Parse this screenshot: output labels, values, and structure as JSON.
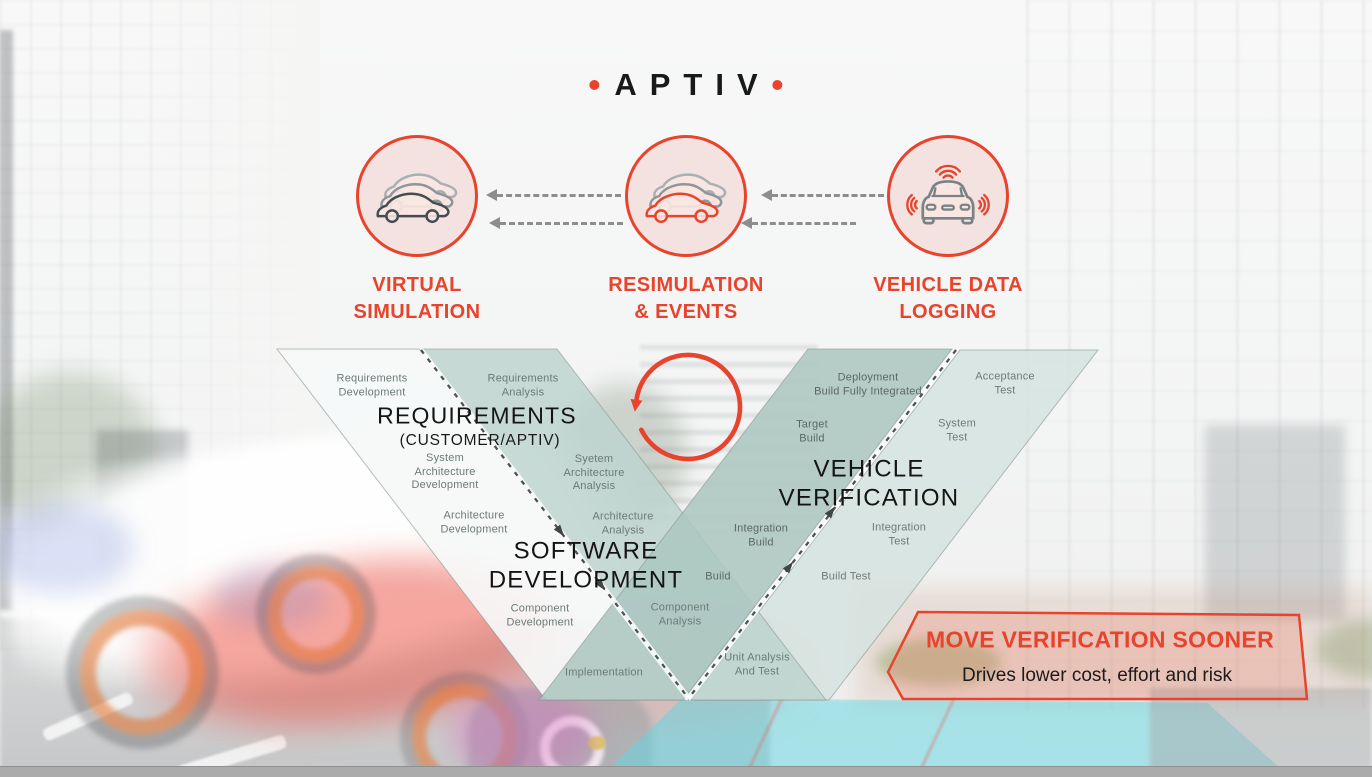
{
  "brand": {
    "wordmark": "APTIV",
    "dot": ""
  },
  "colors": {
    "accent": "#E8432C",
    "band_development": "#F6F9F8",
    "band_analysis": "#BDD4CF",
    "band_build": "#ACC6C0",
    "band_test": "#D5E3DF",
    "heading_text": "#141414",
    "stage_label_text": "#6D7A76",
    "flow_arrow_gray": "#8D8D8D"
  },
  "icons": {
    "node_virtual_simulation": "stacked-cars-icon",
    "node_resimulation": "stacked-cars-accent-icon",
    "node_vehicle_data_logging": "car-signal-icon",
    "loop": "counterclockwise-loop-icon",
    "flow": "dashed-left-arrow-icon",
    "band_separator": "dashed-diagonal-divider-icon"
  },
  "nodes": [
    {
      "name": "virtual-simulation",
      "line1": "VIRTUAL",
      "line2": "SIMULATION"
    },
    {
      "name": "resimulation-events",
      "line1": "RESIMULATION",
      "line2": "& EVENTS"
    },
    {
      "name": "vehicle-data-logging",
      "line1": "VEHICLE DATA",
      "line2": "LOGGING"
    }
  ],
  "vmodel": {
    "headings": {
      "requirements": "REQUIREMENTS",
      "requirements_sub": "(CUSTOMER/APTIV)",
      "software_line1": "SOFTWARE",
      "software_line2": "DEVELOPMENT",
      "vehicle_line1": "VEHICLE",
      "vehicle_line2": "VERIFICATION"
    },
    "development": [
      {
        "l1": "Requirements",
        "l2": "Development"
      },
      {
        "l1": "System",
        "l2": "Architecture",
        "l3": "Development"
      },
      {
        "l1": "Architecture",
        "l2": "Development"
      },
      {
        "l1": "Component",
        "l2": "Development"
      }
    ],
    "analysis": [
      {
        "l1": "Requirements",
        "l2": "Analysis"
      },
      {
        "l1": "Syetem",
        "l2": "Architecture",
        "l3": "Analysis"
      },
      {
        "l1": "Architecture",
        "l2": "Analysis"
      },
      {
        "l1": "Component",
        "l2": "Analysis"
      },
      {
        "l1": "Implementation"
      },
      {
        "l1": "Unit Analysis",
        "l2": "And Test"
      }
    ],
    "build": [
      {
        "l1": "Deployment",
        "l2": "Build Fully Integrated"
      },
      {
        "l1": "Target",
        "l2": "Build"
      },
      {
        "l1": "Integration",
        "l2": "Build"
      },
      {
        "l1": "Build"
      }
    ],
    "test": [
      {
        "l1": "Acceptance",
        "l2": "Test"
      },
      {
        "l1": "System",
        "l2": "Test"
      },
      {
        "l1": "Integration",
        "l2": "Test"
      },
      {
        "l1": "Build Test"
      }
    ]
  },
  "banner": {
    "title": "MOVE VERIFICATION SOONER",
    "subtitle": "Drives lower cost, effort and risk"
  }
}
